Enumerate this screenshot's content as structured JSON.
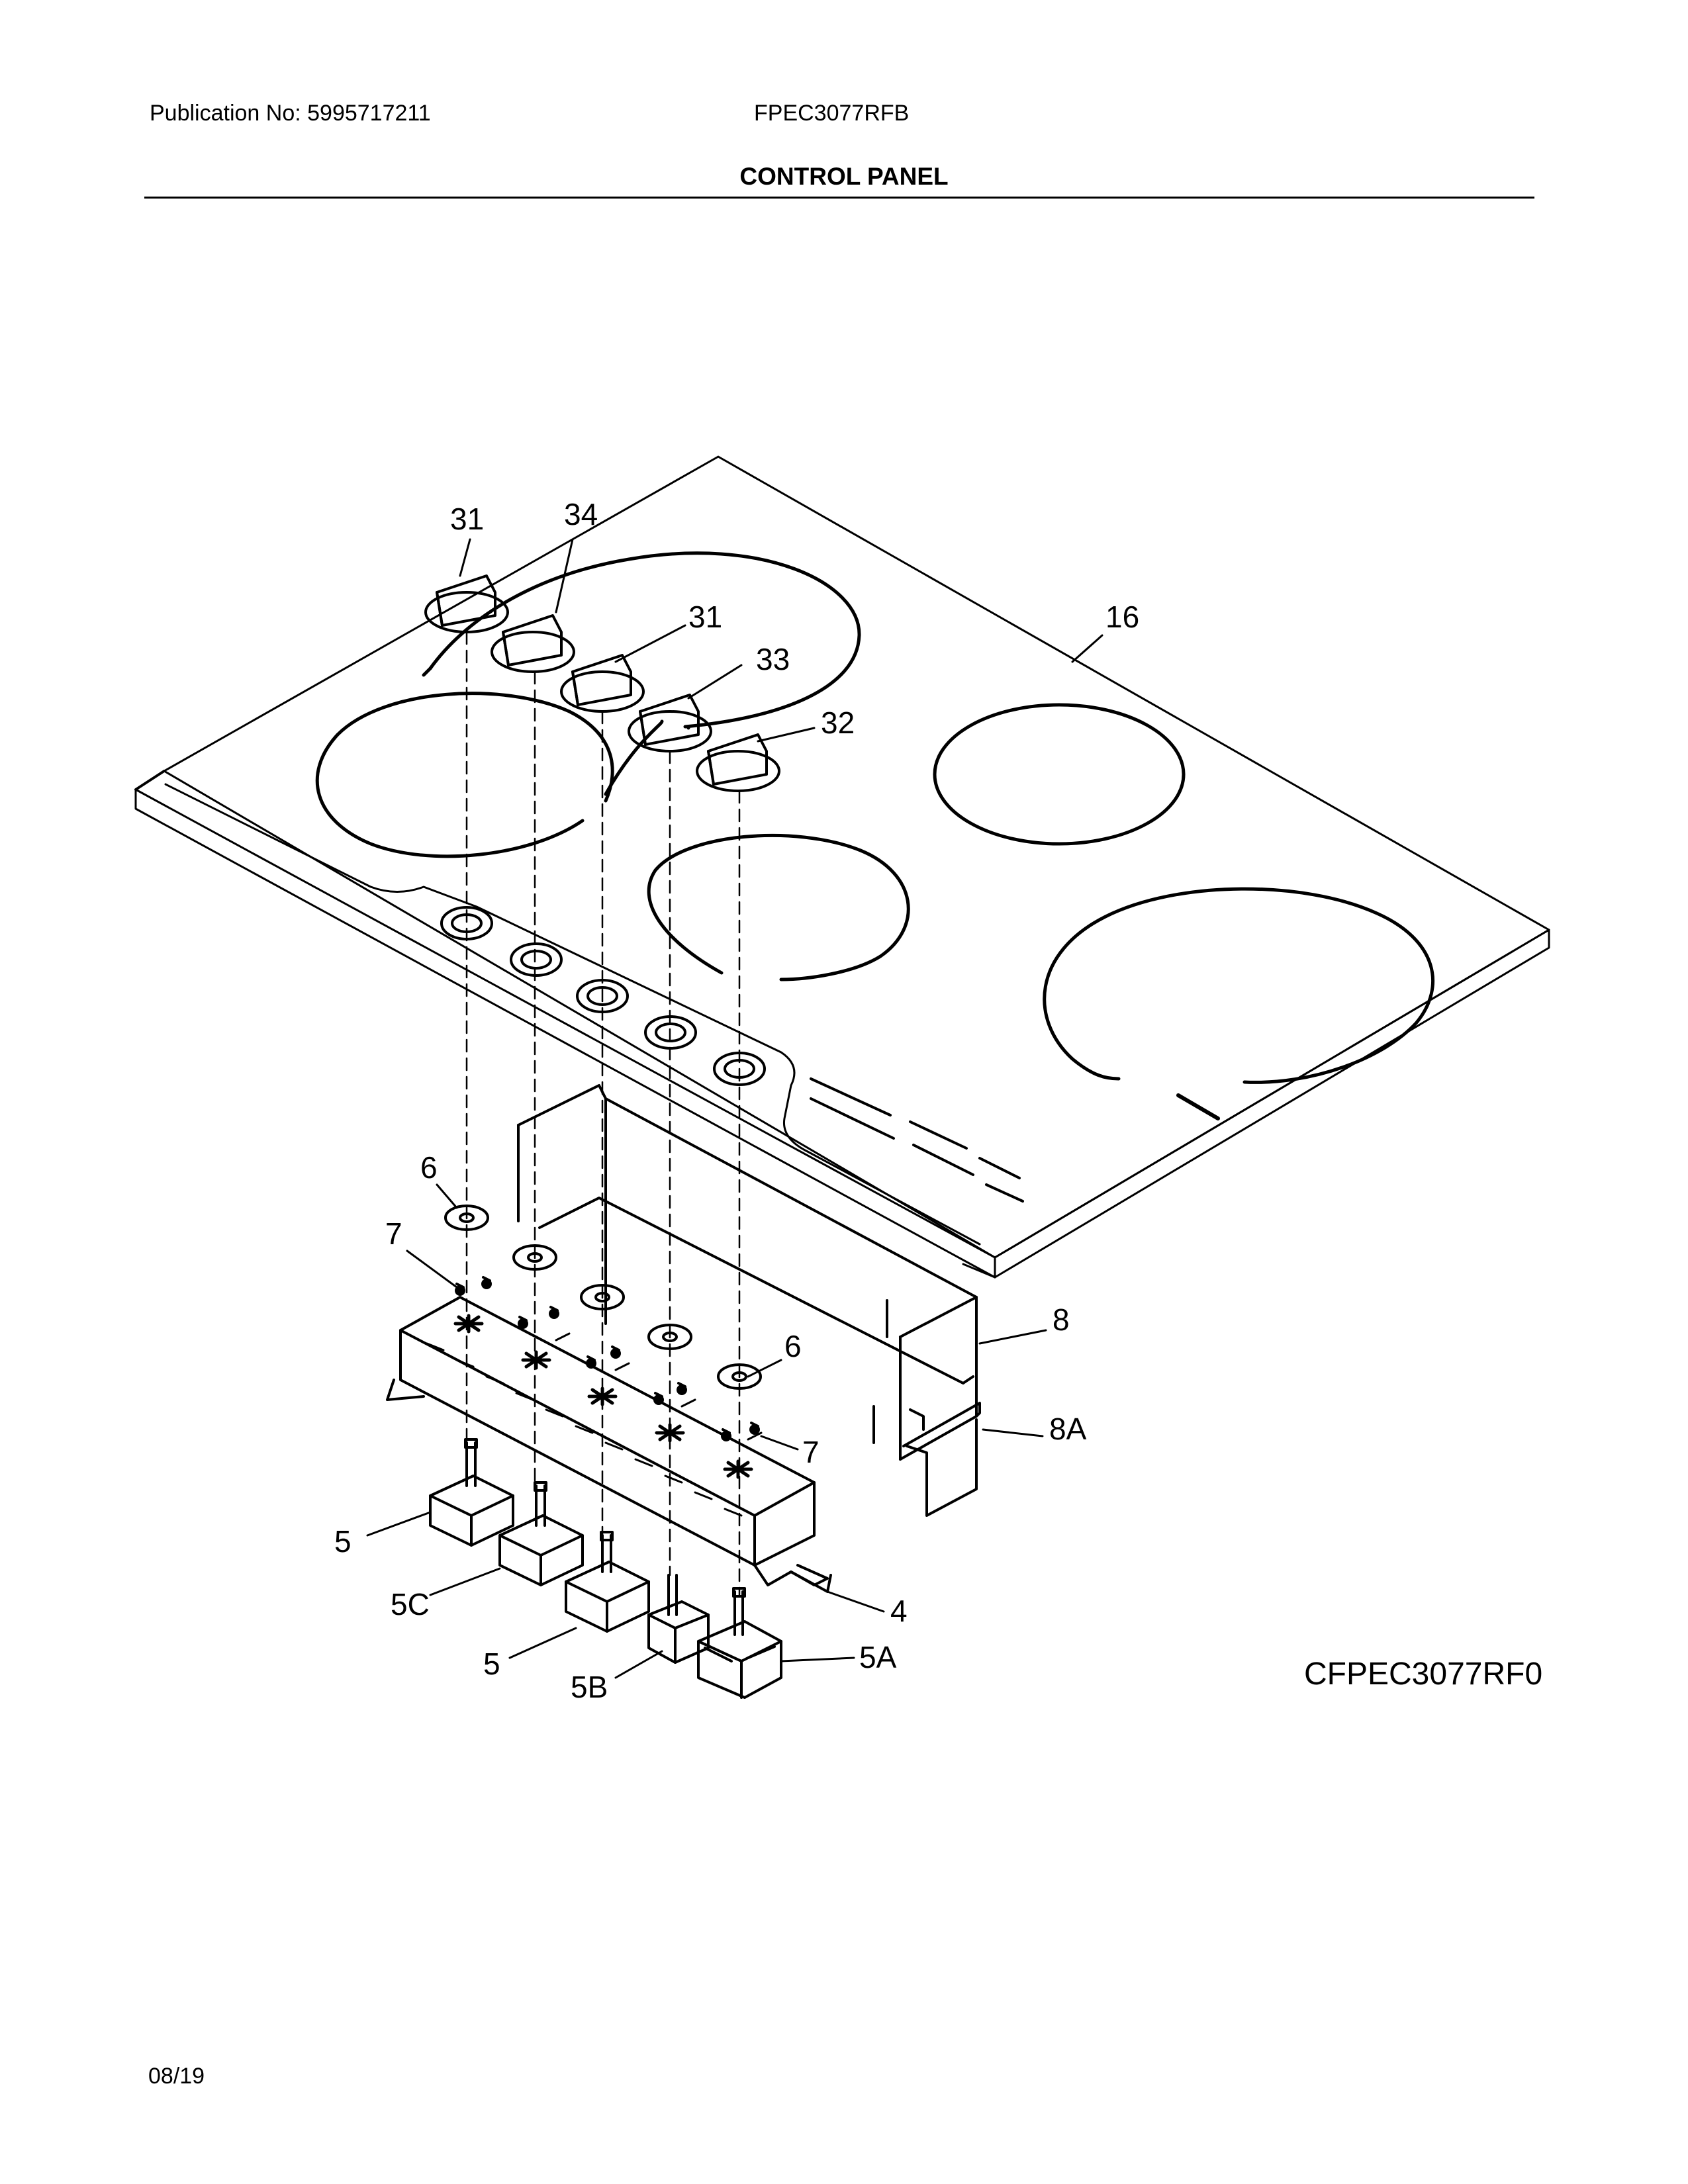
{
  "header": {
    "publication": "Publication No: 5995717211",
    "model": "FPEC3077RFB",
    "section_title": "CONTROL PANEL"
  },
  "figure_code": "CFPEC3077RF0",
  "date_code": "08/19",
  "callouts": {
    "c31a": "31",
    "c34": "34",
    "c31b": "31",
    "c33": "33",
    "c32": "32",
    "c16": "16",
    "c6a": "6",
    "c7a": "7",
    "c8": "8",
    "c6b": "6",
    "c8a": "8A",
    "c7b": "7",
    "c5a": "5",
    "c5c": "5C",
    "c5b": "5",
    "c4": "4",
    "c5bb": "5B",
    "c5aa": "5A"
  }
}
